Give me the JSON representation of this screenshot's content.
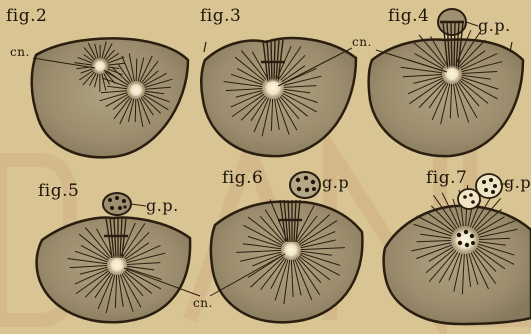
{
  "plate": {
    "figures": [
      {
        "id": "fig2",
        "label": "fig.2"
      },
      {
        "id": "fig3",
        "label": "fig.3"
      },
      {
        "id": "fig4",
        "label": "fig.4"
      },
      {
        "id": "fig5",
        "label": "fig.5"
      },
      {
        "id": "fig6",
        "label": "fig.6"
      },
      {
        "id": "fig7",
        "label": "fig.7"
      }
    ],
    "annotations": {
      "cn_fig2": "cn.",
      "cn_fig4": "cn.",
      "cn_bottom": "cn.",
      "gp_fig4": "g.p.",
      "gp_fig5": "g.p.",
      "gp_fig6": "g.p",
      "gp_fig7": "g.p"
    },
    "colors": {
      "paper": "#d9c594",
      "egg": "#9d8f70",
      "ink": "#1e150b",
      "nucleus": "#f4ecd2",
      "watermark": "#c8a37a"
    }
  }
}
